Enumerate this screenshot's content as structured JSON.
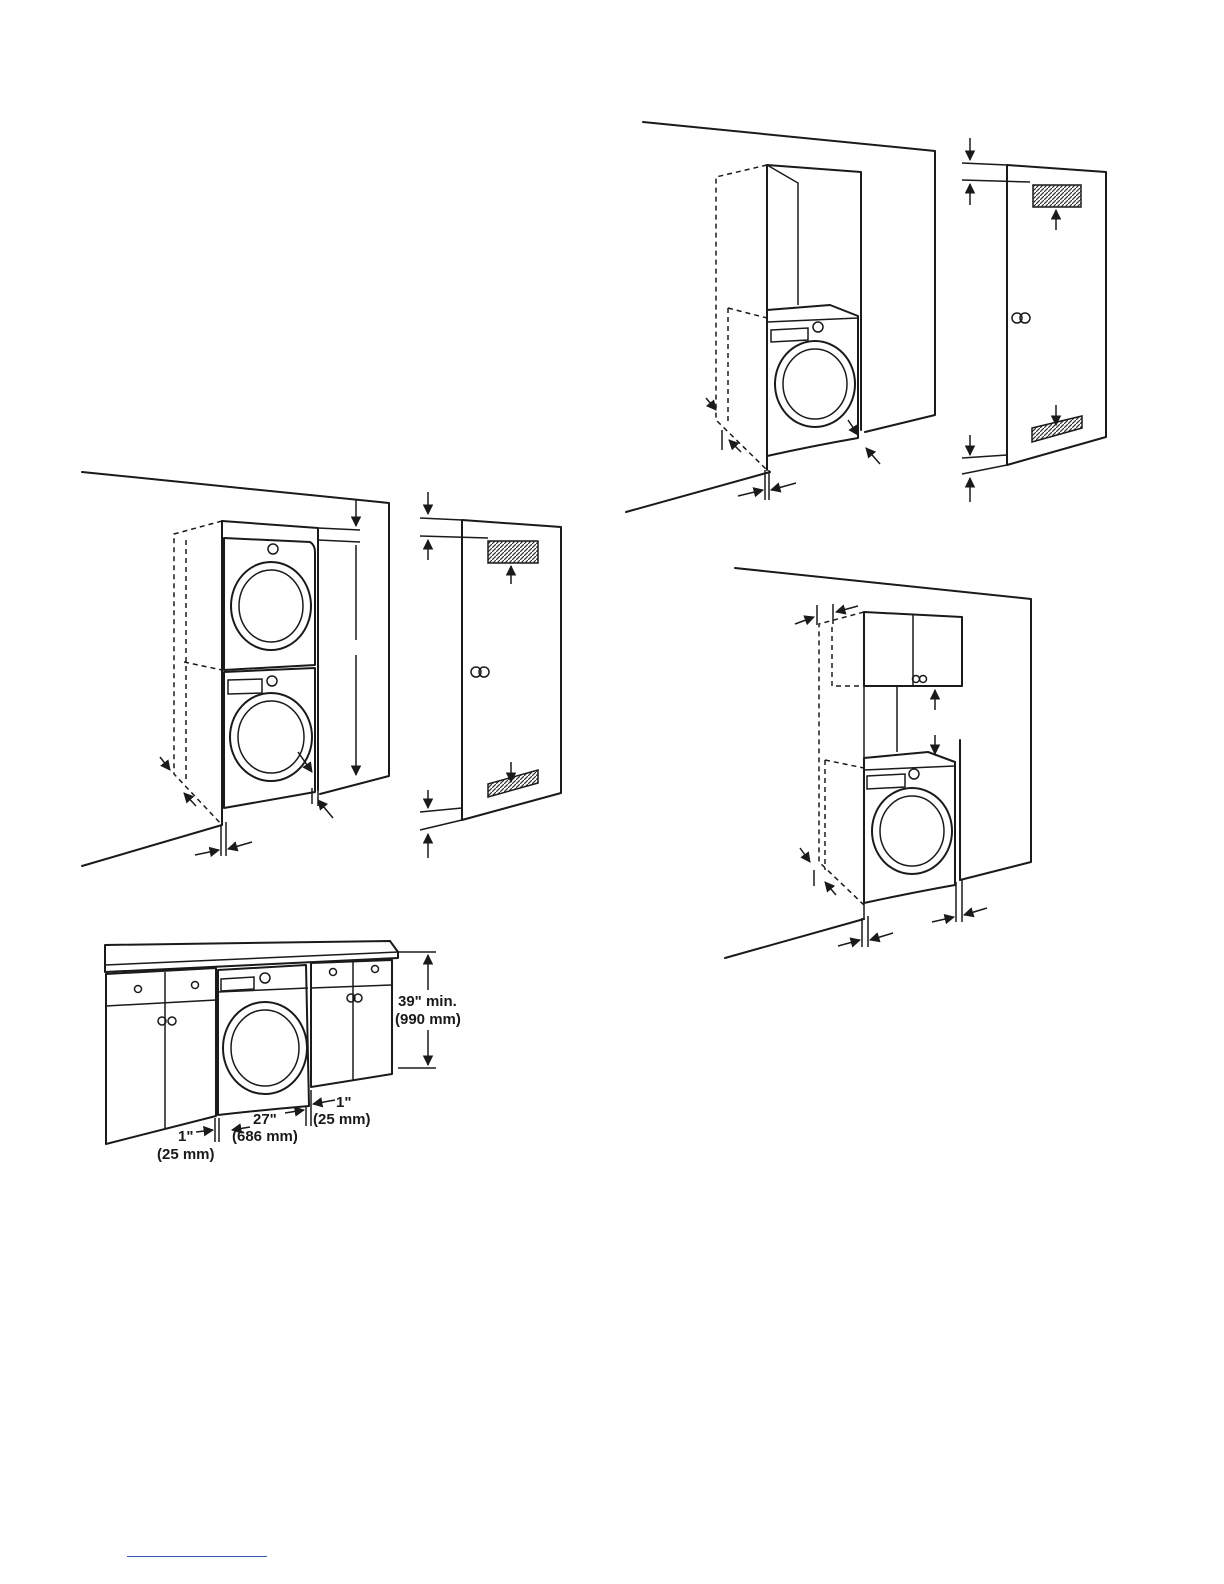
{
  "figure_bottom": {
    "height_label": "39\" min.",
    "height_label_mm": "(990 mm)",
    "width_label": "27\"",
    "width_label_mm": "(686 mm)",
    "left_gap_label": "1\"",
    "left_gap_label_mm": "(25 mm)",
    "right_gap_label": "1\"",
    "right_gap_label_mm": "(25 mm)"
  },
  "colors": {
    "line": "#1a1a1a",
    "vent_hatch": "#555555",
    "footer_rule": "#3a5bb5"
  }
}
